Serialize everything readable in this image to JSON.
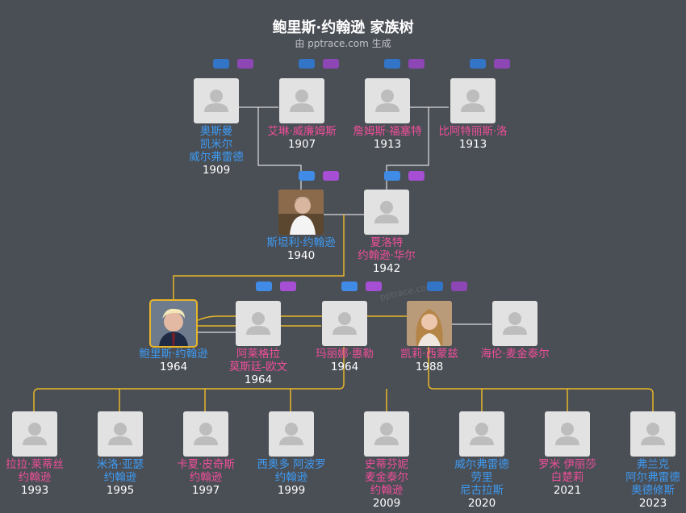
{
  "header": {
    "title": "鲍里斯·约翰逊 家族树",
    "subtitle": "由 pptrace.com 生成"
  },
  "watermark": "pptrace.com",
  "colors": {
    "male": "#3e9bf3",
    "female": "#ef4f9a",
    "background": "#4a4e55",
    "selected_line": "#e8b52a"
  },
  "people": [
    {
      "id": "osman",
      "gender": "m",
      "name_lines": [
        "奥斯曼",
        "凯米尔",
        "威尔弗雷德"
      ],
      "year": "1909",
      "photo": "placeholder"
    },
    {
      "id": "irene",
      "gender": "f",
      "name_lines": [
        "艾琳·威廉姆斯"
      ],
      "year": "1907",
      "photo": "placeholder"
    },
    {
      "id": "james",
      "gender": "f",
      "name_lines": [
        "詹姆斯·福塞特"
      ],
      "year": "1913",
      "photo": "placeholder"
    },
    {
      "id": "beatrice",
      "gender": "f",
      "name_lines": [
        "比阿特丽斯·洛"
      ],
      "year": "1913",
      "photo": "placeholder"
    },
    {
      "id": "stanley",
      "gender": "m",
      "name_lines": [
        "斯坦利·约翰逊"
      ],
      "year": "1940",
      "photo": "real-photo"
    },
    {
      "id": "charlotte",
      "gender": "f",
      "name_lines": [
        "夏洛特",
        "约翰逊·华尔"
      ],
      "year": "1942",
      "photo": "placeholder"
    },
    {
      "id": "boris",
      "gender": "m",
      "name_lines": [
        "鲍里斯·约翰逊"
      ],
      "year": "1964",
      "photo": "real-photo",
      "selected": true
    },
    {
      "id": "allegra",
      "gender": "f",
      "name_lines": [
        "阿莱格拉",
        "莫斯廷-欧文"
      ],
      "year": "1964",
      "photo": "placeholder"
    },
    {
      "id": "marina",
      "gender": "f",
      "name_lines": [
        "玛丽娜·惠勒"
      ],
      "year": "1964",
      "photo": "placeholder"
    },
    {
      "id": "carrie",
      "gender": "f",
      "name_lines": [
        "凯莉·西蒙兹"
      ],
      "year": "1988",
      "photo": "real-photo"
    },
    {
      "id": "helen",
      "gender": "f",
      "name_lines": [
        "海伦·麦金泰尔"
      ],
      "year": "",
      "photo": "placeholder"
    },
    {
      "id": "lara",
      "gender": "f",
      "name_lines": [
        "拉拉·莱蒂丝",
        "约翰逊"
      ],
      "year": "1993",
      "photo": "placeholder"
    },
    {
      "id": "milo",
      "gender": "m",
      "name_lines": [
        "米洛·亚瑟",
        "约翰逊"
      ],
      "year": "1995",
      "photo": "placeholder"
    },
    {
      "id": "cassia",
      "gender": "f",
      "name_lines": [
        "卡夏·皮奇斯",
        "约翰逊"
      ],
      "year": "1997",
      "photo": "placeholder"
    },
    {
      "id": "theodore",
      "gender": "m",
      "name_lines": [
        "西奥多 阿波罗",
        "约翰逊"
      ],
      "year": "1999",
      "photo": "placeholder"
    },
    {
      "id": "stephanie",
      "gender": "f",
      "name_lines": [
        "史蒂芬妮",
        "麦金泰尔",
        "约翰逊"
      ],
      "year": "2009",
      "photo": "placeholder"
    },
    {
      "id": "wilfred",
      "gender": "m",
      "name_lines": [
        "威尔弗雷德",
        "劳里",
        "尼古拉斯"
      ],
      "year": "2020",
      "photo": "placeholder"
    },
    {
      "id": "romy",
      "gender": "f",
      "name_lines": [
        "罗米 伊丽莎",
        "白楚莉"
      ],
      "year": "2021",
      "photo": "placeholder"
    },
    {
      "id": "frank",
      "gender": "m",
      "name_lines": [
        "弗兰克",
        "阿尔弗雷德",
        "奥德修斯"
      ],
      "year": "2023",
      "photo": "placeholder"
    }
  ]
}
